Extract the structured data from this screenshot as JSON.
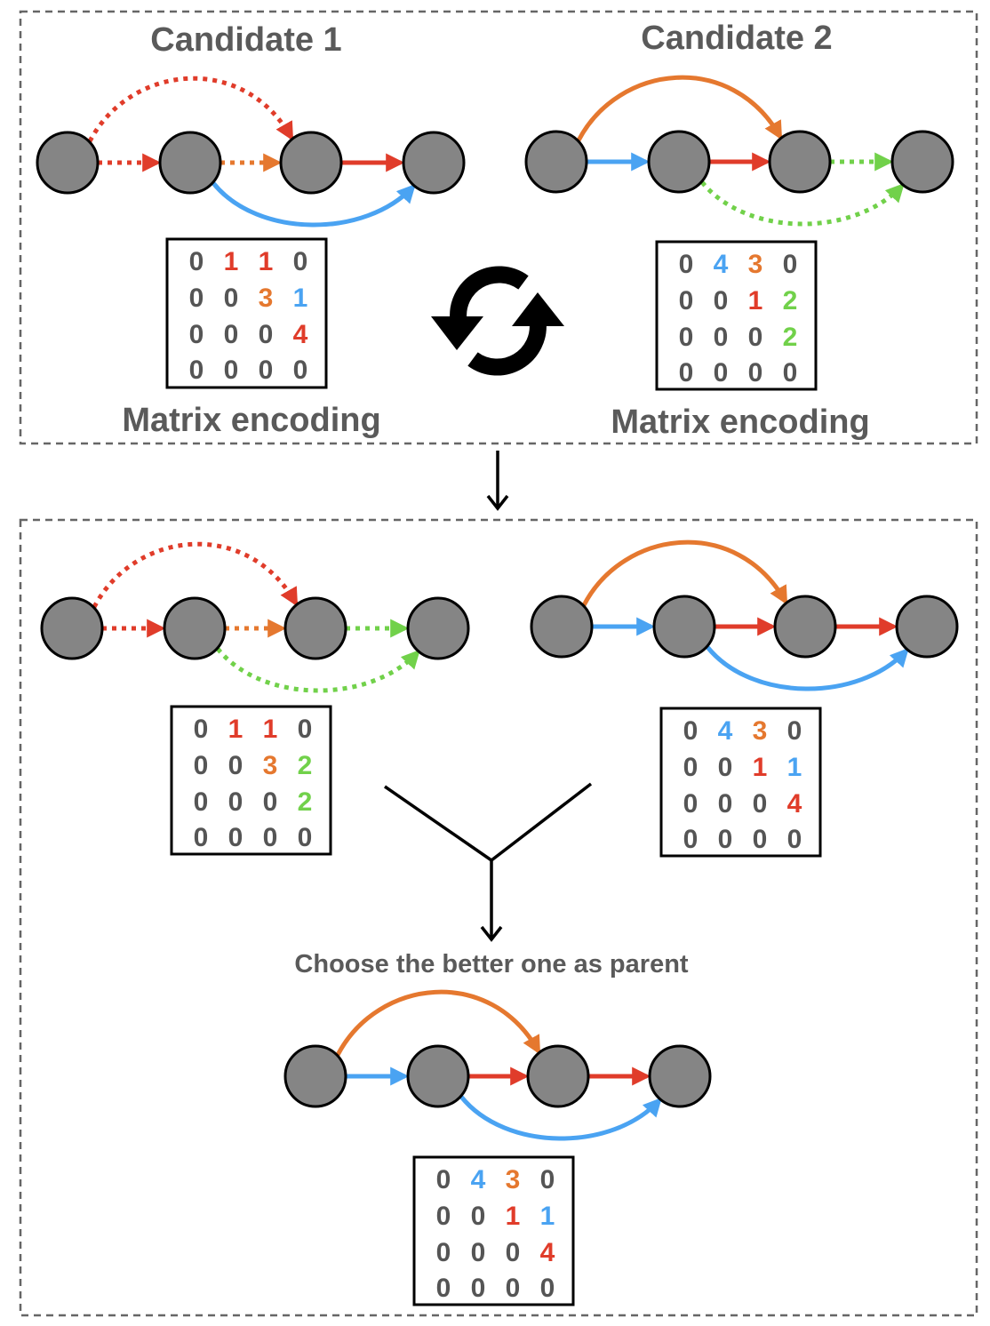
{
  "colors": {
    "red": "#e03c2a",
    "orange": "#e5782f",
    "blue": "#4aa3f2",
    "green": "#71d14a",
    "zero": "#555555",
    "node_fill": "#858585",
    "label": "#5a5a5a"
  },
  "top": {
    "candidate1": {
      "title": "Candidate 1",
      "caption": "Matrix encoding",
      "matrix": [
        [
          "0",
          "1",
          "1",
          "0"
        ],
        [
          "0",
          "0",
          "3",
          "1"
        ],
        [
          "0",
          "0",
          "0",
          "4"
        ],
        [
          "0",
          "0",
          "0",
          "0"
        ]
      ],
      "edges": [
        {
          "from": 0,
          "to": 1,
          "color": "red",
          "style": "dotted",
          "shape": "straight"
        },
        {
          "from": 0,
          "to": 2,
          "color": "red",
          "style": "dotted",
          "shape": "arc-up"
        },
        {
          "from": 1,
          "to": 2,
          "color": "orange",
          "style": "dotted",
          "shape": "straight"
        },
        {
          "from": 1,
          "to": 3,
          "color": "blue",
          "style": "solid",
          "shape": "arc-down"
        },
        {
          "from": 2,
          "to": 3,
          "color": "red",
          "style": "solid",
          "shape": "straight"
        }
      ]
    },
    "candidate2": {
      "title": "Candidate 2",
      "caption": "Matrix encoding",
      "matrix": [
        [
          "0",
          "4",
          "3",
          "0"
        ],
        [
          "0",
          "0",
          "1",
          "2"
        ],
        [
          "0",
          "0",
          "0",
          "2"
        ],
        [
          "0",
          "0",
          "0",
          "0"
        ]
      ],
      "edges": [
        {
          "from": 0,
          "to": 1,
          "color": "blue",
          "style": "solid",
          "shape": "straight"
        },
        {
          "from": 0,
          "to": 2,
          "color": "orange",
          "style": "solid",
          "shape": "arc-up"
        },
        {
          "from": 1,
          "to": 2,
          "color": "red",
          "style": "solid",
          "shape": "straight"
        },
        {
          "from": 1,
          "to": 3,
          "color": "green",
          "style": "dotted",
          "shape": "arc-down"
        },
        {
          "from": 2,
          "to": 3,
          "color": "green",
          "style": "dotted",
          "shape": "straight"
        }
      ]
    }
  },
  "bottom": {
    "child1": {
      "matrix": [
        [
          "0",
          "1",
          "1",
          "0"
        ],
        [
          "0",
          "0",
          "3",
          "2"
        ],
        [
          "0",
          "0",
          "0",
          "2"
        ],
        [
          "0",
          "0",
          "0",
          "0"
        ]
      ],
      "edges": [
        {
          "from": 0,
          "to": 1,
          "color": "red",
          "style": "dotted",
          "shape": "straight"
        },
        {
          "from": 0,
          "to": 2,
          "color": "red",
          "style": "dotted",
          "shape": "arc-up"
        },
        {
          "from": 1,
          "to": 2,
          "color": "orange",
          "style": "dotted",
          "shape": "straight"
        },
        {
          "from": 1,
          "to": 3,
          "color": "green",
          "style": "dotted",
          "shape": "arc-down"
        },
        {
          "from": 2,
          "to": 3,
          "color": "green",
          "style": "dotted",
          "shape": "straight"
        }
      ]
    },
    "child2": {
      "matrix": [
        [
          "0",
          "4",
          "3",
          "0"
        ],
        [
          "0",
          "0",
          "1",
          "1"
        ],
        [
          "0",
          "0",
          "0",
          "4"
        ],
        [
          "0",
          "0",
          "0",
          "0"
        ]
      ],
      "edges": [
        {
          "from": 0,
          "to": 1,
          "color": "blue",
          "style": "solid",
          "shape": "straight"
        },
        {
          "from": 0,
          "to": 2,
          "color": "orange",
          "style": "solid",
          "shape": "arc-up"
        },
        {
          "from": 1,
          "to": 2,
          "color": "red",
          "style": "solid",
          "shape": "straight"
        },
        {
          "from": 1,
          "to": 3,
          "color": "blue",
          "style": "solid",
          "shape": "arc-down"
        },
        {
          "from": 2,
          "to": 3,
          "color": "red",
          "style": "solid",
          "shape": "straight"
        }
      ]
    },
    "choose_label": "Choose the better one as parent",
    "parent": {
      "matrix": [
        [
          "0",
          "4",
          "3",
          "0"
        ],
        [
          "0",
          "0",
          "1",
          "1"
        ],
        [
          "0",
          "0",
          "0",
          "4"
        ],
        [
          "0",
          "0",
          "0",
          "0"
        ]
      ],
      "edges": [
        {
          "from": 0,
          "to": 1,
          "color": "blue",
          "style": "solid",
          "shape": "straight"
        },
        {
          "from": 0,
          "to": 2,
          "color": "orange",
          "style": "solid",
          "shape": "arc-up"
        },
        {
          "from": 1,
          "to": 2,
          "color": "red",
          "style": "solid",
          "shape": "straight"
        },
        {
          "from": 1,
          "to": 3,
          "color": "blue",
          "style": "solid",
          "shape": "arc-down"
        },
        {
          "from": 2,
          "to": 3,
          "color": "red",
          "style": "solid",
          "shape": "straight"
        }
      ]
    }
  }
}
